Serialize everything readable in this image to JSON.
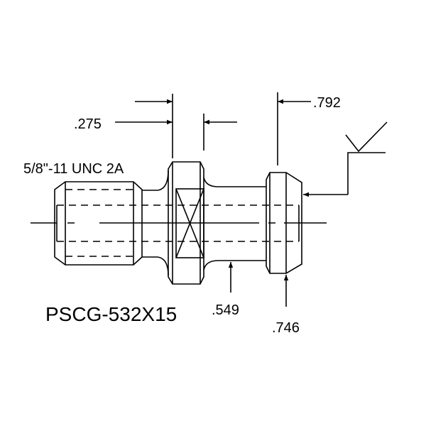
{
  "part_number": "PSCG-532X15",
  "thread_spec": "5/8\"-11 UNC 2A",
  "dimensions": {
    "flange_width": ".275",
    "head_position": ".792",
    "neck_diameter": ".549",
    "head_diameter": ".746"
  },
  "colors": {
    "line": "#000000",
    "background": "#ffffff"
  }
}
